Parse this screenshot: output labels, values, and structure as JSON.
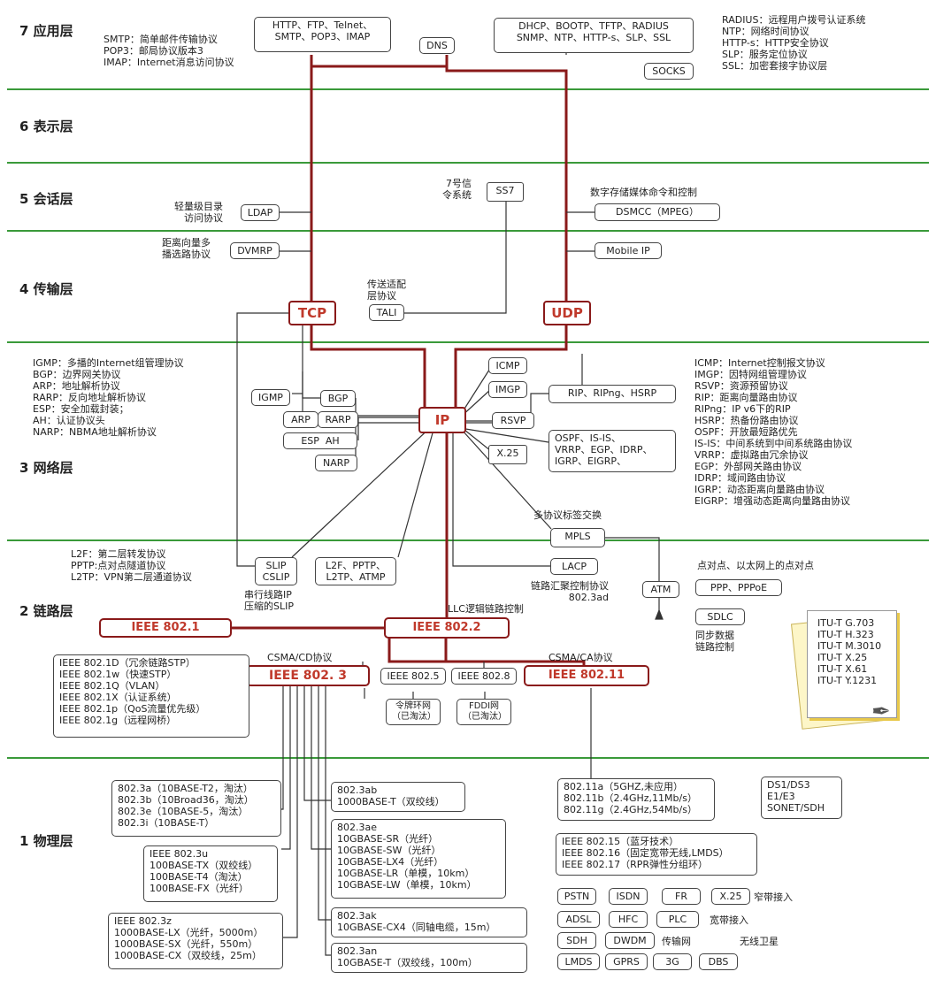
{
  "layers": [
    {
      "key": "l7",
      "label": "7 应用层"
    },
    {
      "key": "l6",
      "label": "6 表示层"
    },
    {
      "key": "l5",
      "label": "5 会话层"
    },
    {
      "key": "l4",
      "label": "4 传输层"
    },
    {
      "key": "l3",
      "label": "3 网络层"
    },
    {
      "key": "l2",
      "label": "2 链路层"
    },
    {
      "key": "l1",
      "label": "1 物理层"
    }
  ],
  "app": {
    "left_notes": "SMTP：简单邮件传输协议\nPOP3：邮局协议版本3\nIMAP：Internet消息访问协议",
    "tcp_apps": "HTTP、FTP、Telnet、\nSMTP、POP3、IMAP",
    "dns": "DNS",
    "udp_apps": "DHCP、BOOTP、TFTP、RADIUS\nSNMP、NTP、HTTP-s、SLP、SSL",
    "socks": "SOCKS",
    "right_notes": "RADIUS：远程用户拨号认证系统\nNTP：网络时间协议\nHTTP-s：HTTP安全协议\nSLP：服务定位协议\nSSL：加密套接字协议层"
  },
  "session": {
    "ldap_note": "轻量级目录\n访问协议",
    "ldap": "LDAP",
    "ss7_note": "7号信\n令系统",
    "ss7": "SS7",
    "dsmcc_note": "数字存储媒体命令和控制",
    "dsmcc": "DSMCC（MPEG）"
  },
  "transport": {
    "dvmrp_note": "距离向量多\n播选路协议",
    "dvmrp": "DVMRP",
    "mobile_ip": "Mobile IP",
    "tali_note": "传送适配\n层协议",
    "tali": "TALI",
    "tcp": "TCP",
    "udp": "UDP"
  },
  "network": {
    "left_notes": "IGMP：多播的Internet组管理协议\nBGP：边界网关协议\nARP：地址解析协议\nRARP：反向地址解析协议\nESP：安全加载封装；\nAH：认证协议头\nNARP：NBMA地址解析协议",
    "ip": "IP",
    "igmp": "IGMP",
    "bgp": "BGP",
    "arp": "ARP",
    "rarp": "RARP",
    "esp_ah": "ESP  AH",
    "narp": "NARP",
    "icmp": "ICMP",
    "imgp": "IMGP",
    "rip": "RIP、RIPng、HSRP",
    "rsvp": "RSVP",
    "x25": "X.25",
    "ospf": "OSPF、IS-IS、\nVRRP、EGP、IDRP、\nIGRP、EIGRP、",
    "right_notes": "ICMP：Internet控制报文协议\nIMGP：因特网组管理协议\nRSVP：资源预留协议\nRIP：距离向量路由协议\nRIPng：IP v6下的RIP\nHSRP：热备份路由协议\nOSPF：开放最短路优先\nIS-IS：中间系统到中间系统路由协议\nVRRP：虚拟路由冗余协议\nEGP：外部网关路由协议\nIDRP：域间路由协议\nIGRP：动态距离向量路由协议\nEIGRP：增强动态距离向量路由协议",
    "mpls_note": "多协议标签交换",
    "mpls": "MPLS"
  },
  "link": {
    "left_notes": "L2F：第二层转发协议\nPPTP:点对点隧道协议\nL2TP：VPN第二层通道协议",
    "slip": "SLIP\nCSLIP",
    "slip_note": "串行线路IP\n压缩的SLIP",
    "l2f": "L2F、PPTP、\nL2TP、ATMP",
    "lacp": "LACP",
    "lacp_note": "链路汇聚控制协议\n802.3ad",
    "atm": "ATM",
    "p2p_note": "点对点、以太网上的点对点",
    "ppp": "PPP、PPPoE",
    "sdlc": "SDLC",
    "sdlc_note": "同步数据\n链路控制",
    "llc_note": "LLC逻辑链路控制",
    "ieee8021": "IEEE 802.1",
    "ieee8022": "IEEE 802.2",
    "csmacd_note": "CSMA/CD协议",
    "ieee8023": "IEEE  802. 3",
    "ieee8025": "IEEE 802.5",
    "ieee8028": "IEEE 802.8",
    "csmaca_note": "CSMA/CA协议",
    "ieee80211": "IEEE 802.11",
    "token_ring": "令牌环网\n（已淘汰）",
    "fddi": "FDDI网\n（已淘汰）",
    "ieee8021_list": "IEEE 802.1D（冗余链路STP）\nIEEE 802.1w（快速STP）\nIEEE 802.1Q（VLAN）\nIEEE 802.1X（认证系统）\nIEEE 802.1p（QoS流量优先级）\nIEEE 802.1g（远程网桥）",
    "itu_list": "ITU-T G.703\nITU-T H.323\nITU-T M.3010\nITU-T X.25\nITU-T X.61\nITU-T Y.1231"
  },
  "physical": {
    "b8023a": "802.3a（10BASE-T2，淘汰）\n802.3b（10Broad36，淘汰）\n802.3e（10BASE-5，淘汰）\n802.3i（10BASE-T）",
    "b8023u": "IEEE 802.3u\n100BASE-TX（双绞线）\n100BASE-T4（淘汰）\n100BASE-FX（光纤）",
    "b8023z": "IEEE 802.3z\n1000BASE-LX（光纤，5000m）\n1000BASE-SX（光纤，550m）\n1000BASE-CX（双绞线，25m）",
    "b8023ab": "802.3ab\n1000BASE-T（双绞线）",
    "b8023ae": "802.3ae\n10GBASE-SR（光纤）\n10GBASE-SW（光纤）\n10GBASE-LX4（光纤）\n10GBASE-LR（单模，10km）\n10GBASE-LW（单模，10km）",
    "b8023ak": "802.3ak\n10GBASE-CX4（同轴电缆，15m）",
    "b8023an": "802.3an\n10GBASE-T（双绞线，100m）",
    "b80211": "802.11a（5GHZ,未应用）\n802.11b（2.4GHz,11Mb/s）\n802.11g（2.4GHz,54Mb/s）",
    "b80215": "IEEE 802.15（蓝牙技术）\nIEEE 802.16（固定宽带无线,LMDS）\nIEEE 802.17（RPR弹性分组环）",
    "ds": "DS1/DS3\nE1/E3\nSONET/SDH",
    "narrow": [
      "PSTN",
      "ISDN",
      "FR",
      "X.25"
    ],
    "narrow_note": "窄带接入",
    "wide": [
      "ADSL",
      "HFC",
      "PLC"
    ],
    "wide_note": "宽带接入",
    "trans": [
      "SDH",
      "DWDM"
    ],
    "trans_note": "传输网",
    "wireless": [
      "LMDS",
      "GPRS",
      "3G",
      "DBS"
    ],
    "wireless_note": "无线卫星"
  },
  "colors": {
    "band": "#3a9a3a",
    "wire_red": "#8a1a1a",
    "hub_text": "#c0392b"
  }
}
